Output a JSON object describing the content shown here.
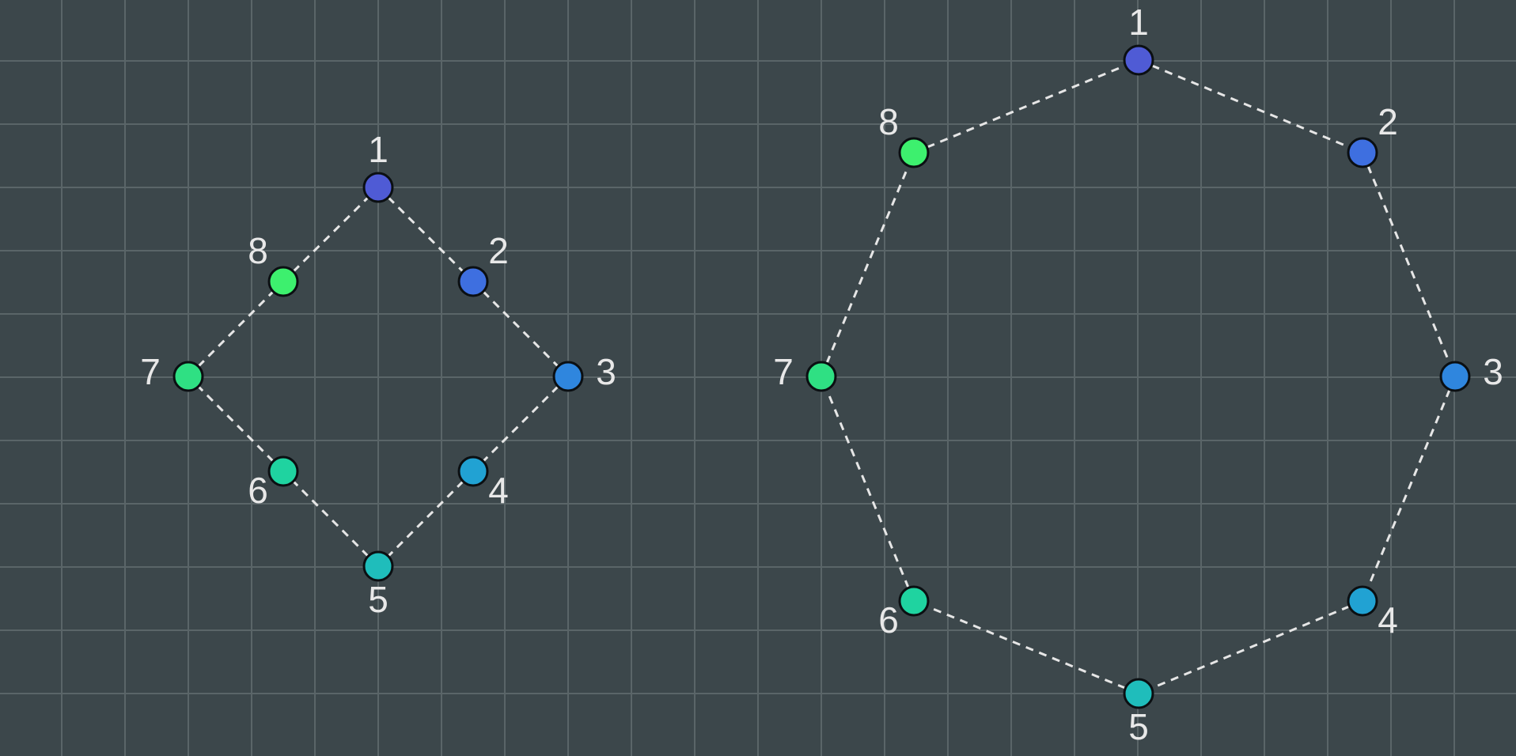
{
  "diagrams": [
    {
      "id": "small-octagon",
      "nodes": [
        {
          "label": "1",
          "color": "#4f5bd5"
        },
        {
          "label": "2",
          "color": "#3e6fe0"
        },
        {
          "label": "3",
          "color": "#2f86de"
        },
        {
          "label": "4",
          "color": "#21a2d3"
        },
        {
          "label": "5",
          "color": "#1fbdbb"
        },
        {
          "label": "6",
          "color": "#1fd3a0"
        },
        {
          "label": "7",
          "color": "#2fe083"
        },
        {
          "label": "8",
          "color": "#3df06e"
        }
      ],
      "edges": [
        [
          1,
          2
        ],
        [
          2,
          3
        ],
        [
          3,
          4
        ],
        [
          4,
          5
        ],
        [
          5,
          6
        ],
        [
          6,
          7
        ],
        [
          7,
          8
        ],
        [
          8,
          1
        ]
      ]
    },
    {
      "id": "large-octagon",
      "nodes": [
        {
          "label": "1",
          "color": "#4f5bd5"
        },
        {
          "label": "2",
          "color": "#3e6fe0"
        },
        {
          "label": "3",
          "color": "#2f86de"
        },
        {
          "label": "4",
          "color": "#21a2d3"
        },
        {
          "label": "5",
          "color": "#1fbdbb"
        },
        {
          "label": "6",
          "color": "#1fd3a0"
        },
        {
          "label": "7",
          "color": "#2fe083"
        },
        {
          "label": "8",
          "color": "#3df06e"
        }
      ],
      "edges": [
        [
          1,
          2
        ],
        [
          2,
          3
        ],
        [
          3,
          4
        ],
        [
          4,
          5
        ],
        [
          5,
          6
        ],
        [
          6,
          7
        ],
        [
          7,
          8
        ],
        [
          8,
          1
        ]
      ]
    }
  ]
}
